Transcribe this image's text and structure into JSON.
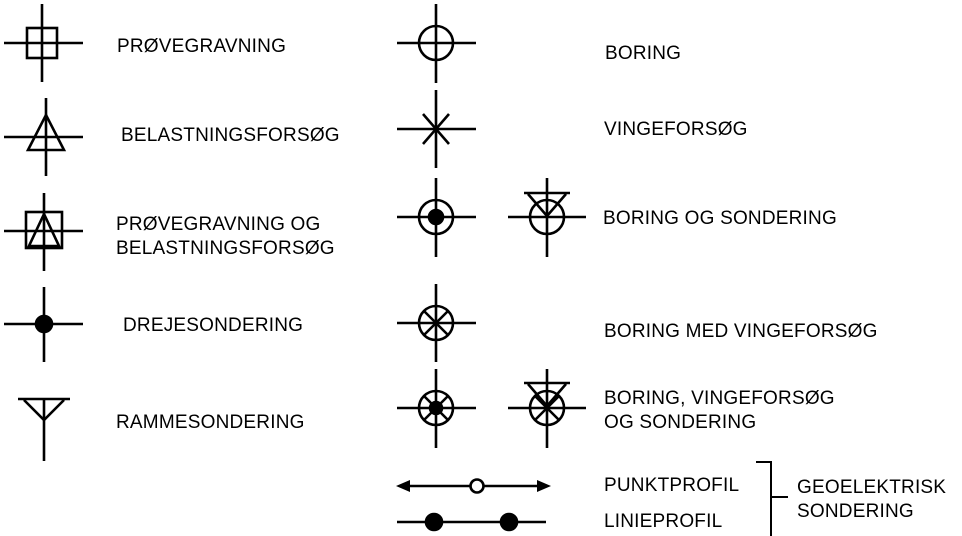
{
  "legend": {
    "items": [
      {
        "id": "provegravning",
        "lines": [
          "PRØVEGRAVNING"
        ]
      },
      {
        "id": "belastningsforsog",
        "lines": [
          "BELASTNINGSFORSØG"
        ]
      },
      {
        "id": "provegravning-belastning",
        "lines": [
          "PRØVEGRAVNING OG",
          "BELASTNINGSFORSØG"
        ]
      },
      {
        "id": "drejesondering",
        "lines": [
          "DREJESONDERING"
        ]
      },
      {
        "id": "rammesondering",
        "lines": [
          "RAMMESONDERING"
        ]
      },
      {
        "id": "boring",
        "lines": [
          "BORING"
        ]
      },
      {
        "id": "vingeforsog",
        "lines": [
          "VINGEFORSØG"
        ]
      },
      {
        "id": "boring-sondering",
        "lines": [
          "BORING OG SONDERING"
        ]
      },
      {
        "id": "boring-vingeforsog",
        "lines": [
          "BORING MED VINGEFORSØG"
        ]
      },
      {
        "id": "boring-vinge-sondering",
        "lines": [
          "BORING, VINGEFORSØG",
          "OG SONDERING"
        ]
      },
      {
        "id": "punktprofil",
        "lines": [
          "PUNKTPROFIL"
        ]
      },
      {
        "id": "linieprofil",
        "lines": [
          "LINIEPROFIL"
        ]
      }
    ],
    "group_label": [
      "GEOELEKTRISK",
      "SONDERING"
    ]
  }
}
